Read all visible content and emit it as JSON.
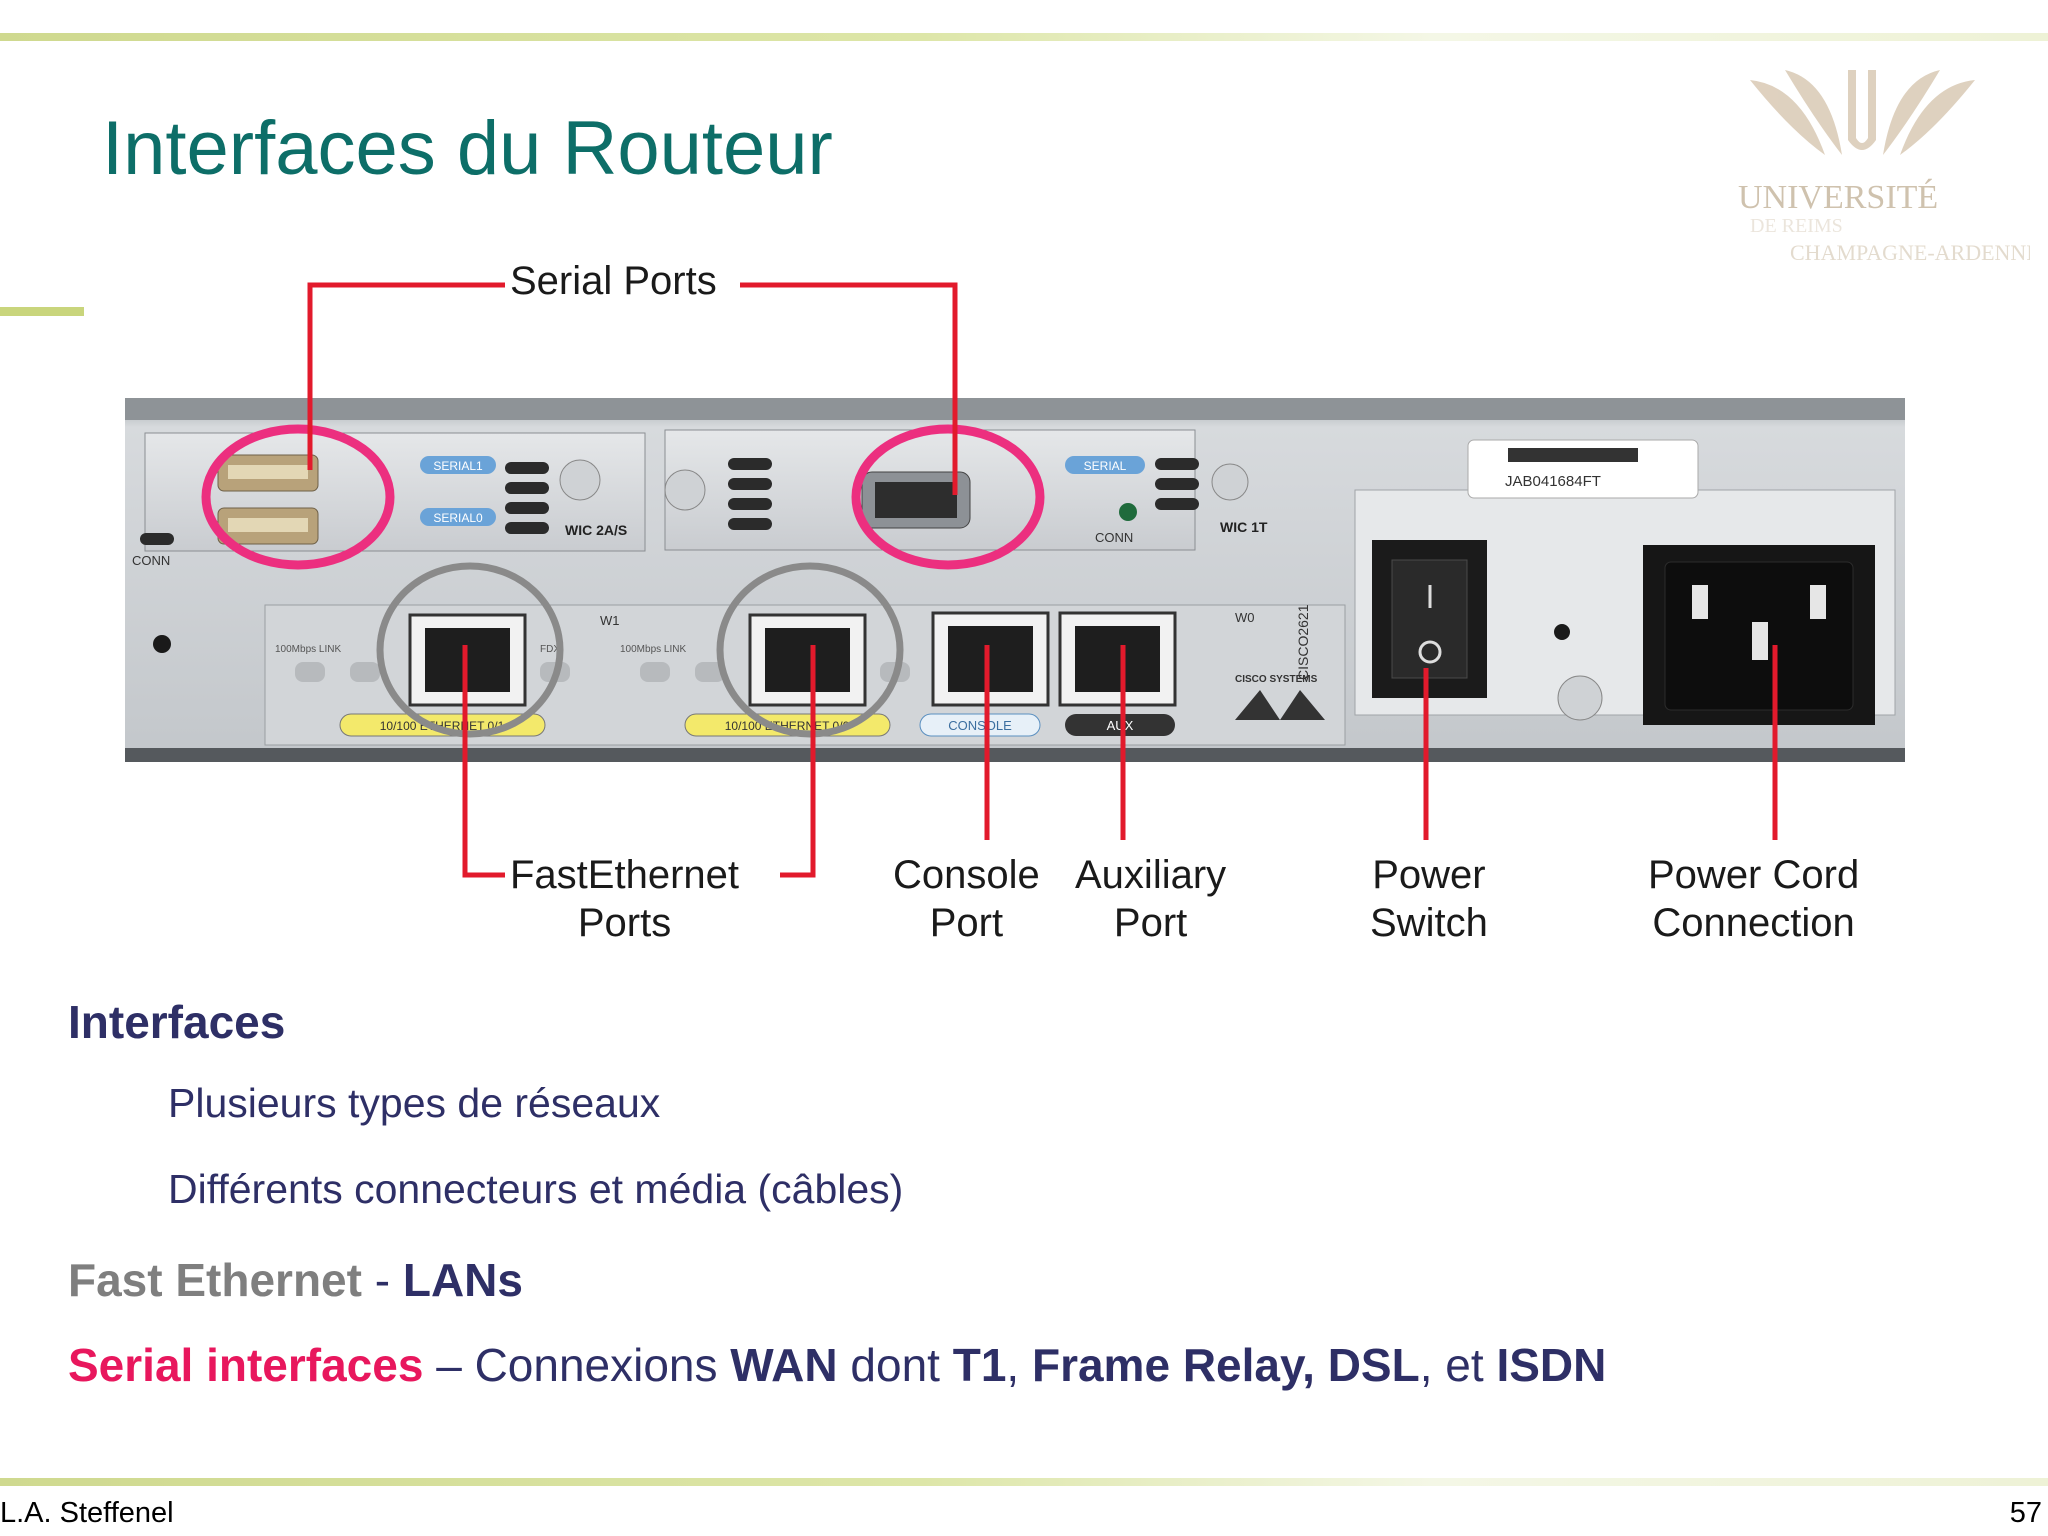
{
  "slide": {
    "title": "Interfaces du Routeur",
    "logo": {
      "line1": "UNIVERSITÉ",
      "line2": "DE REIMS",
      "line3": "CHAMPAGNE-ARDENNE"
    },
    "figure": {
      "top_label": "Serial Ports",
      "labels": {
        "fastethernet": [
          "FastEthernet",
          "Ports"
        ],
        "console": [
          "Console",
          "Port"
        ],
        "auxiliary": [
          "Auxiliary",
          "Port"
        ],
        "power_switch": [
          "Power",
          "Switch"
        ],
        "power_cord": [
          "Power Cord",
          "Connection"
        ]
      },
      "panel_text": {
        "serial1": "SERIAL1",
        "serial0": "SERIAL0",
        "serial": "SERIAL",
        "wic_2as": "WIC 2A/S",
        "wic_1t": "WIC 1T",
        "conn_left": "CONN",
        "conn_mid": "CONN",
        "w1": "W1",
        "w0": "W0",
        "link_left": "100Mbps LINK",
        "link_mid": "100Mbps LINK",
        "fdx": "FDX",
        "eth0_1": "10/100 ETHERNET 0/1",
        "eth0_0": "10/100 ETHERNET 0/0",
        "console": "CONSOLE",
        "aux": "AUX",
        "serial_number": "JAB041684FT",
        "model": "CISCO2621",
        "brand": "CISCO SYSTEMS"
      }
    },
    "body": {
      "heading": "Interfaces",
      "sub1": "Plusieurs types de réseaux",
      "sub2": "Différents connecteurs et média (câbles)",
      "fast_ethernet": {
        "term": "Fast Ethernet",
        "sep": " - ",
        "value": "LANs"
      },
      "serial": {
        "term": "Serial interfaces",
        "t1": " – Connexions ",
        "wan": "WAN",
        "t2": " dont ",
        "t1_bold": "T1",
        "t3": ", ",
        "fr": "Frame Relay, DSL",
        "t4": ", et ",
        "isdn": "ISDN"
      }
    },
    "footer": {
      "author": "L.A. Steffenel",
      "page": "57"
    },
    "colors": {
      "title": "#0d6e68",
      "text": "#2e2f66",
      "pink": "#e8175d",
      "grey": "#7f7f7f",
      "callout": "#e21a2c",
      "accent": "#c9d57c"
    }
  }
}
